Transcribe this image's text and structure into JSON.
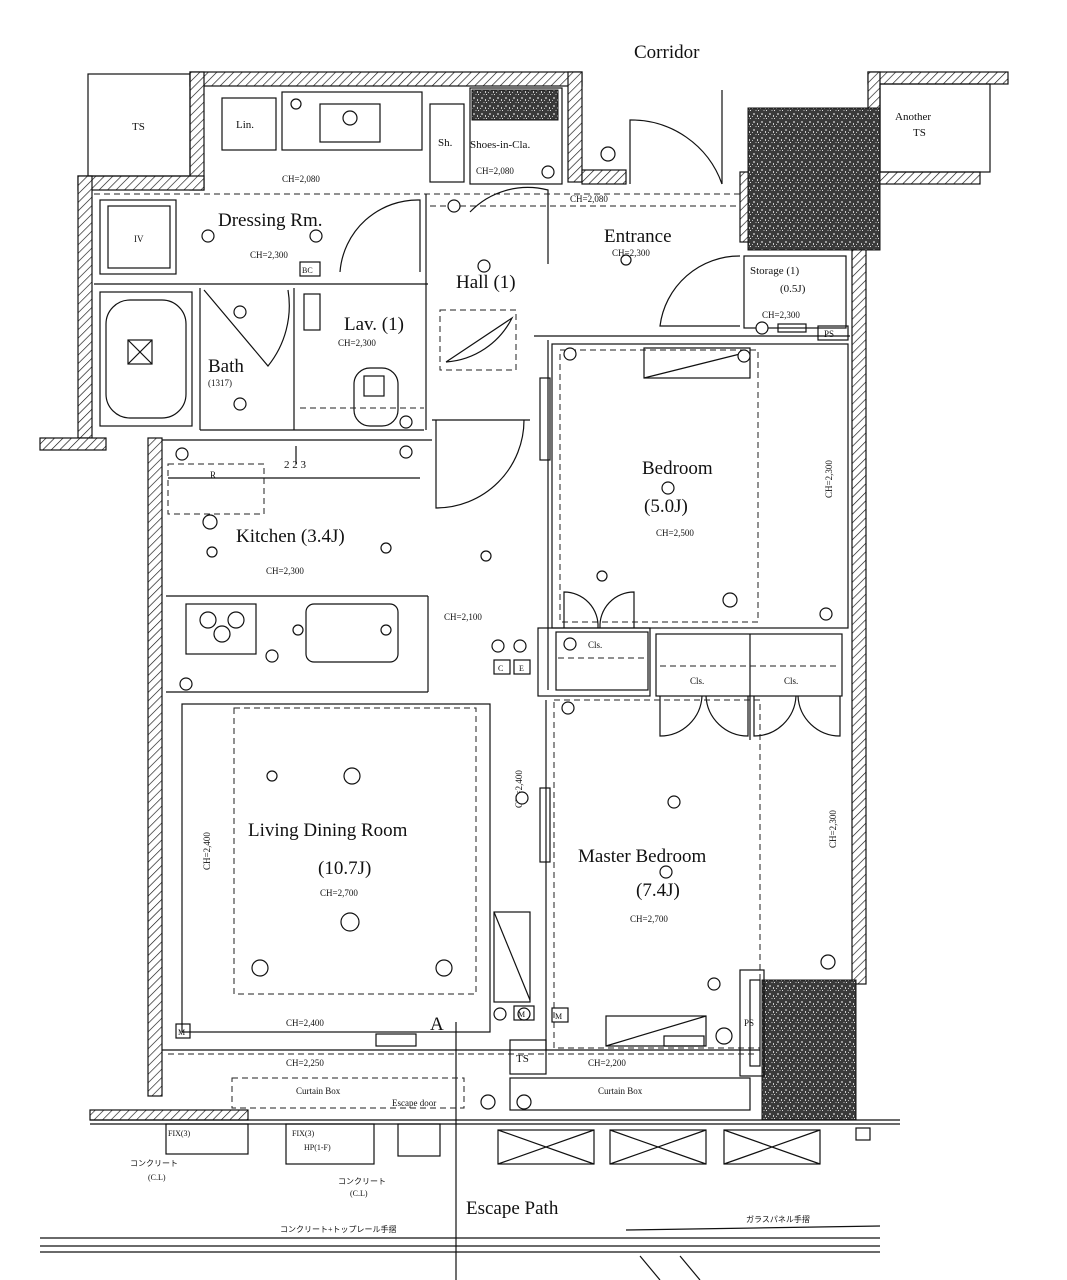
{
  "labels": {
    "corridor": "Corridor",
    "ts_left": "TS",
    "another_ts_1": "Another",
    "another_ts_2": "TS",
    "lin": "Lin.",
    "sh": "Sh.",
    "shoes": "Shoes-in-Cla.",
    "ch_2080_a": "CH=2,080",
    "ch_2080_b": "CH=2,080",
    "ch_2080_c": "CH=2,080",
    "dressing": "Dressing Rm.",
    "ch_dressing": "CH=2,300",
    "tv": "IV",
    "bc": "BC",
    "entrance": "Entrance",
    "ch_entrance": "CH=2,300",
    "storage": "Storage (1)",
    "storage_size": "(0.5J)",
    "ch_storage": "CH=2,300",
    "ps": "PS",
    "hall": "Hall (1)",
    "bath": "Bath",
    "bath_size": "(1317)",
    "lav": "Lav. (1)",
    "ch_lav": "CH=2,300",
    "dim_223": "2 2 3",
    "bedroom": "Bedroom",
    "bedroom_size": "(5.0J)",
    "ch_bedroom": "CH=2,500",
    "ch_bed_v": "CH=2,300",
    "kitchen": "Kitchen (3.4J)",
    "ch_kitchen": "CH=2,300",
    "ch_2100": "CH=2,100",
    "cls_small": "Cls.",
    "cls_1": "Cls.",
    "cls_2": "Cls.",
    "living": "Living Dining Room",
    "living_size": "(10.7J)",
    "ch_living": "CH=2,700",
    "ch_living_v": "CH=2,400",
    "ch_living_v2": "CH=2,400",
    "master": "Master Bedroom",
    "master_size": "(7.4J)",
    "ch_master": "CH=2,700",
    "ch_master_v": "CH=2,300",
    "ch_2400_bottom": "CH=2,400",
    "ch_2250": "CH=2,250",
    "ch_2200": "CH=2,200",
    "curtain_left": "Curtain Box",
    "curtain_right": "Curtain Box",
    "escape_door": "Escape door",
    "ts_bottom": "TS",
    "m1": "M",
    "m2": "M",
    "m3": "M",
    "a_mark": "A",
    "escape_path": "Escape Path",
    "concrete_1a": "コンクリート",
    "concrete_1b": "(C.L)",
    "concrete_2a": "コンクリート",
    "concrete_2b": "(C.L)",
    "concrete_rail": "コンクリート+トップレール手摺",
    "glass_panel": "ガラスパネル手摺",
    "fix_1": "FIX(3)",
    "fix_2": "FIX(3)",
    "hp": "HP(1-F)",
    "c_label": "C",
    "e_label": "E"
  }
}
